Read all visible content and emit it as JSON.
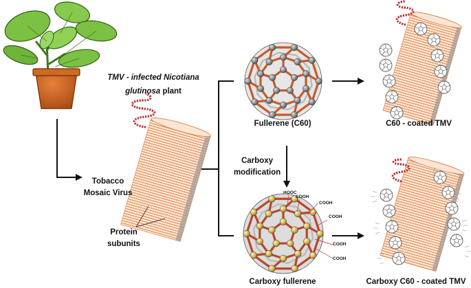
{
  "plant_caption": {
    "line1_italic": "TMV - infected Nicotiana",
    "line2_italic": "glutinosa",
    "line2_rest": " plant"
  },
  "virus_label": {
    "line1": "Tobacco",
    "line2": "Mosaic Virus"
  },
  "protein_label": {
    "line1": "Protein",
    "line2": "subunits"
  },
  "fullerene_label": "Fullerene (C60)",
  "modification_label": {
    "line1": "Carboxy",
    "line2": "modification"
  },
  "carboxy_fullerene_label": "Carboxy fullerene",
  "coated_tmv_label": "C60 - coated TMV",
  "carboxy_coated_tmv_label": "Carboxy C60 - coated TMV",
  "groups": {
    "hooc": "HOOC",
    "cooh": "COOH"
  },
  "colors": {
    "leaf": "#7cc044",
    "leaf_dark": "#3f7a1e",
    "pot": "#c8611d",
    "virus_stripes": "#e58a4e",
    "rna_helix": "#c0272d",
    "fullerene_gray": "#7d7d7d",
    "carboxy_gold": "#c8a64a"
  }
}
